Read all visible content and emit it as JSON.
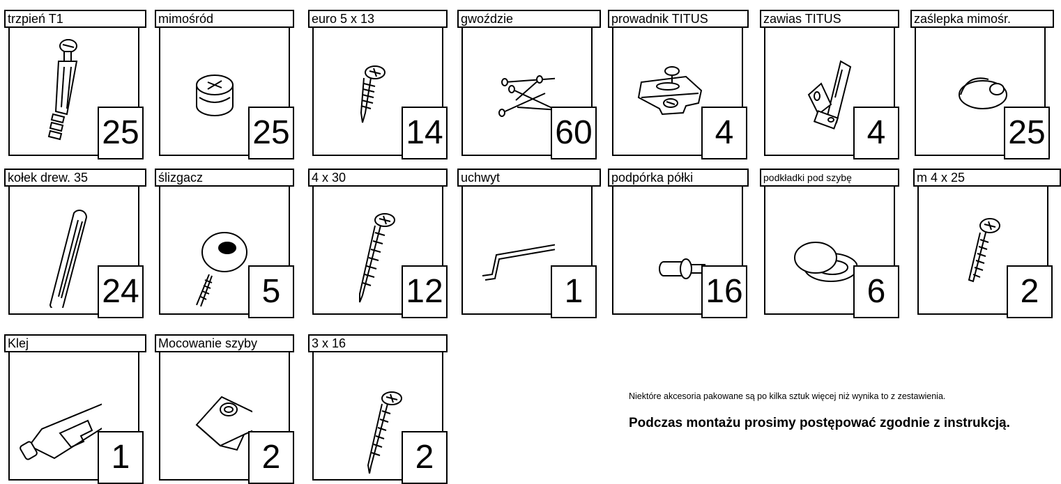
{
  "items": [
    {
      "label": "trzpień T1",
      "qty": "25",
      "icon": "cam-bolt-icon"
    },
    {
      "label": "mimośród",
      "qty": "25",
      "icon": "cam-lock-icon"
    },
    {
      "label": "euro 5 x 13",
      "qty": "14",
      "icon": "euro-screw-icon"
    },
    {
      "label": "gwoździe",
      "qty": "60",
      "icon": "nails-icon"
    },
    {
      "label": "prowadnik TITUS",
      "qty": "4",
      "icon": "hinge-plate-icon"
    },
    {
      "label": "zawias TITUS",
      "qty": "4",
      "icon": "hinge-icon"
    },
    {
      "label": "zaślepka mimośr.",
      "qty": "25",
      "icon": "cap-icon"
    },
    {
      "label": "kołek drew. 35",
      "qty": "24",
      "icon": "dowel-icon"
    },
    {
      "label": "ślizgacz",
      "qty": "5",
      "icon": "glider-icon"
    },
    {
      "label": "4 x 30",
      "qty": "12",
      "icon": "wood-screw-icon"
    },
    {
      "label": "uchwyt",
      "qty": "1",
      "icon": "handle-icon"
    },
    {
      "label": "podpórka półki",
      "qty": "16",
      "icon": "shelf-support-icon"
    },
    {
      "label": "podkładki pod szybę",
      "qty": "6",
      "icon": "glass-pad-icon"
    },
    {
      "label": "m 4 x 25",
      "qty": "2",
      "icon": "pan-screw-icon"
    },
    {
      "label": "Klej",
      "qty": "1",
      "icon": "glue-tube-icon"
    },
    {
      "label": "Mocowanie szyby",
      "qty": "2",
      "icon": "glass-clip-icon"
    },
    {
      "label": "3 x 16",
      "qty": "2",
      "icon": "small-screw-icon"
    }
  ],
  "note": "Niektóre akcesoria pakowane są po kilka sztuk więcej niż wynika to z zestawienia.",
  "note_bold": "Podczas montażu prosimy postępować zgodnie z instrukcją."
}
